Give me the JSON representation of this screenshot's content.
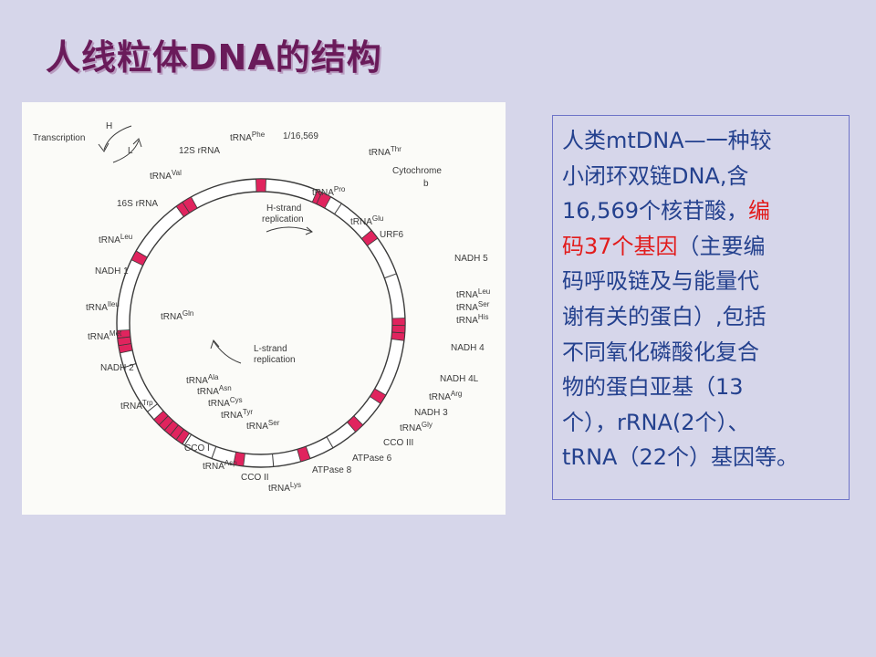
{
  "slide": {
    "title": "人线粒体DNA的结构"
  },
  "diagram": {
    "transcription_label": "Transcription",
    "h_label": "H",
    "l_label": "L",
    "origin_label": "1/16,569",
    "h_replication": [
      "H-strand",
      "replication"
    ],
    "l_replication": [
      "L-strand",
      "replication"
    ],
    "colors": {
      "tick": "#e0245e",
      "ring": "#ffffff",
      "stroke": "#3a3a3a"
    },
    "labels": [
      {
        "text": "tRNA",
        "sup": "Phe"
      },
      {
        "text": "12S rRNA",
        "sup": ""
      },
      {
        "text": "tRNA",
        "sup": "Val"
      },
      {
        "text": "16S rRNA",
        "sup": ""
      },
      {
        "text": "tRNA",
        "sup": "Leu"
      },
      {
        "text": "NADH 1",
        "sup": ""
      },
      {
        "text": "tRNA",
        "sup": "Ileu"
      },
      {
        "text": "tRNA",
        "sup": "Met"
      },
      {
        "text": "NADH 2",
        "sup": ""
      },
      {
        "text": "tRNA",
        "sup": "Trp"
      },
      {
        "text": "CCO I",
        "sup": ""
      },
      {
        "text": "tRNA",
        "sup": "Asp"
      },
      {
        "text": "CCO II",
        "sup": ""
      },
      {
        "text": "tRNA",
        "sup": "Lys"
      },
      {
        "text": "ATPase 8",
        "sup": ""
      },
      {
        "text": "ATPase 6",
        "sup": ""
      },
      {
        "text": "CCO III",
        "sup": ""
      },
      {
        "text": "tRNA",
        "sup": "Gly"
      },
      {
        "text": "NADH 3",
        "sup": ""
      },
      {
        "text": "tRNA",
        "sup": "Arg"
      },
      {
        "text": "NADH  4L",
        "sup": ""
      },
      {
        "text": "NADH 4",
        "sup": ""
      },
      {
        "text": "tRNA",
        "sup": "His"
      },
      {
        "text": "tRNA",
        "sup": "Ser"
      },
      {
        "text": "tRNA",
        "sup": "Leu"
      },
      {
        "text": "NADH 5",
        "sup": ""
      },
      {
        "text": "URF6",
        "sup": ""
      },
      {
        "text": "tRNA",
        "sup": "Glu"
      },
      {
        "text": "Cytochrome",
        "sup": ""
      },
      {
        "text": "b",
        "sup": ""
      },
      {
        "text": "tRNA",
        "sup": "Thr"
      },
      {
        "text": "tRNA",
        "sup": "Pro"
      },
      {
        "text": "tRNA",
        "sup": "Gln"
      },
      {
        "text": "tRNA",
        "sup": "Ala"
      },
      {
        "text": "tRNA",
        "sup": "Asn"
      },
      {
        "text": "tRNA",
        "sup": "Cys"
      },
      {
        "text": "tRNA",
        "sup": "Tyr"
      },
      {
        "text": "tRNA",
        "sup": "Ser"
      }
    ]
  },
  "note": {
    "lines": [
      [
        "人类mtDNA—一种较"
      ],
      [
        "小闭环双链DNA,含"
      ],
      [
        "16,569个核苷酸，",
        "编"
      ],
      [
        "码37个基因",
        "（主要编"
      ],
      [
        "码呼吸链及与能量代"
      ],
      [
        "谢有关的蛋白）,包括"
      ],
      [
        "不同氧化磷酸化复合"
      ],
      [
        "物的蛋白亚基（13"
      ],
      [
        "个），rRNA(2个）、"
      ],
      [
        "tRNA（22个）基因等。"
      ]
    ]
  }
}
